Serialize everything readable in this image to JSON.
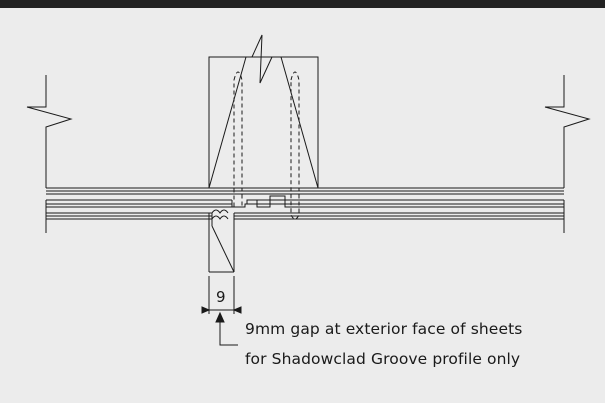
{
  "colors": {
    "panel_background": "#ececec",
    "top_band": "#222222",
    "line": "#1a1a1a"
  },
  "labels": {
    "gap_dimension": "9",
    "note_line1": "9mm gap at exterior face of sheets",
    "note_line2": "for Shadowclad Groove profile only"
  }
}
